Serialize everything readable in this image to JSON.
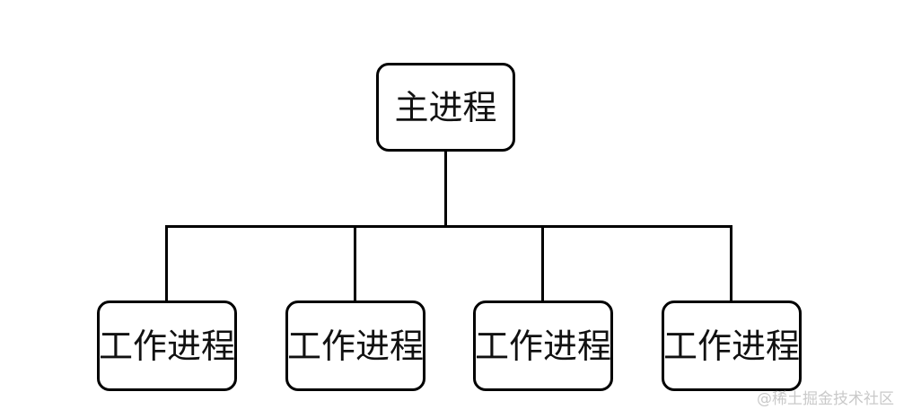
{
  "diagram": {
    "type": "tree",
    "title": "",
    "background_color": "#ffffff",
    "line_color": "#000000",
    "text_color": "#111111",
    "root": {
      "id": "root",
      "label": "主进程",
      "shape": "rounded-rectangle"
    },
    "children": [
      {
        "id": "worker-1",
        "label": "工作进程",
        "shape": "rounded-rectangle"
      },
      {
        "id": "worker-2",
        "label": "工作进程",
        "shape": "rounded-rectangle"
      },
      {
        "id": "worker-3",
        "label": "工作进程",
        "shape": "rounded-rectangle"
      },
      {
        "id": "worker-4",
        "label": "工作进程",
        "shape": "rounded-rectangle"
      }
    ]
  },
  "watermark": {
    "text": "@稀土掘金技术社区",
    "color": "#c9c9c9"
  }
}
